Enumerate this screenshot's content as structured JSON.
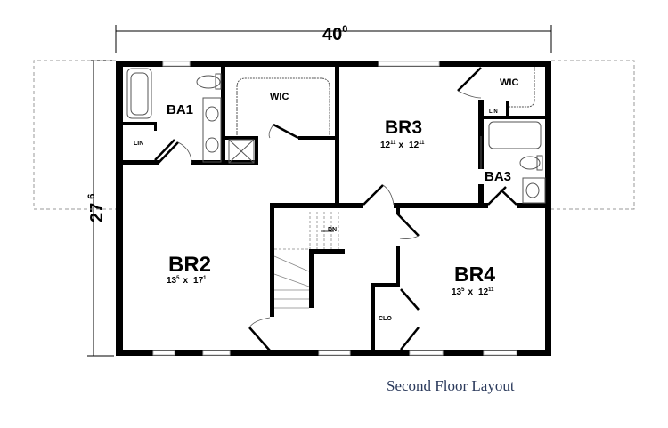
{
  "plan": {
    "width_dim": {
      "base": "40",
      "sup": "0"
    },
    "depth_dim": {
      "base": "27",
      "sup": "6"
    },
    "rooms": {
      "ba1": {
        "name": "BA1"
      },
      "wic1": {
        "name": "WIC"
      },
      "lin1": {
        "name": "LIN"
      },
      "br3": {
        "name": "BR3",
        "w": "12",
        "w_sup": "11",
        "x": "x",
        "d": "12",
        "d_sup": "11"
      },
      "wic3": {
        "name": "WIC"
      },
      "lin3": {
        "name": "LIN"
      },
      "ba3": {
        "name": "BA3"
      },
      "stair": {
        "name": "DN"
      },
      "br2": {
        "name": "BR2",
        "w": "13",
        "w_sup": "5",
        "x": "x",
        "d": "17",
        "d_sup": "1"
      },
      "br4": {
        "name": "BR4",
        "w": "13",
        "w_sup": "5",
        "x": "x",
        "d": "12",
        "d_sup": "11"
      },
      "clo": {
        "name": "CLO"
      }
    }
  },
  "caption": "Second Floor Layout"
}
